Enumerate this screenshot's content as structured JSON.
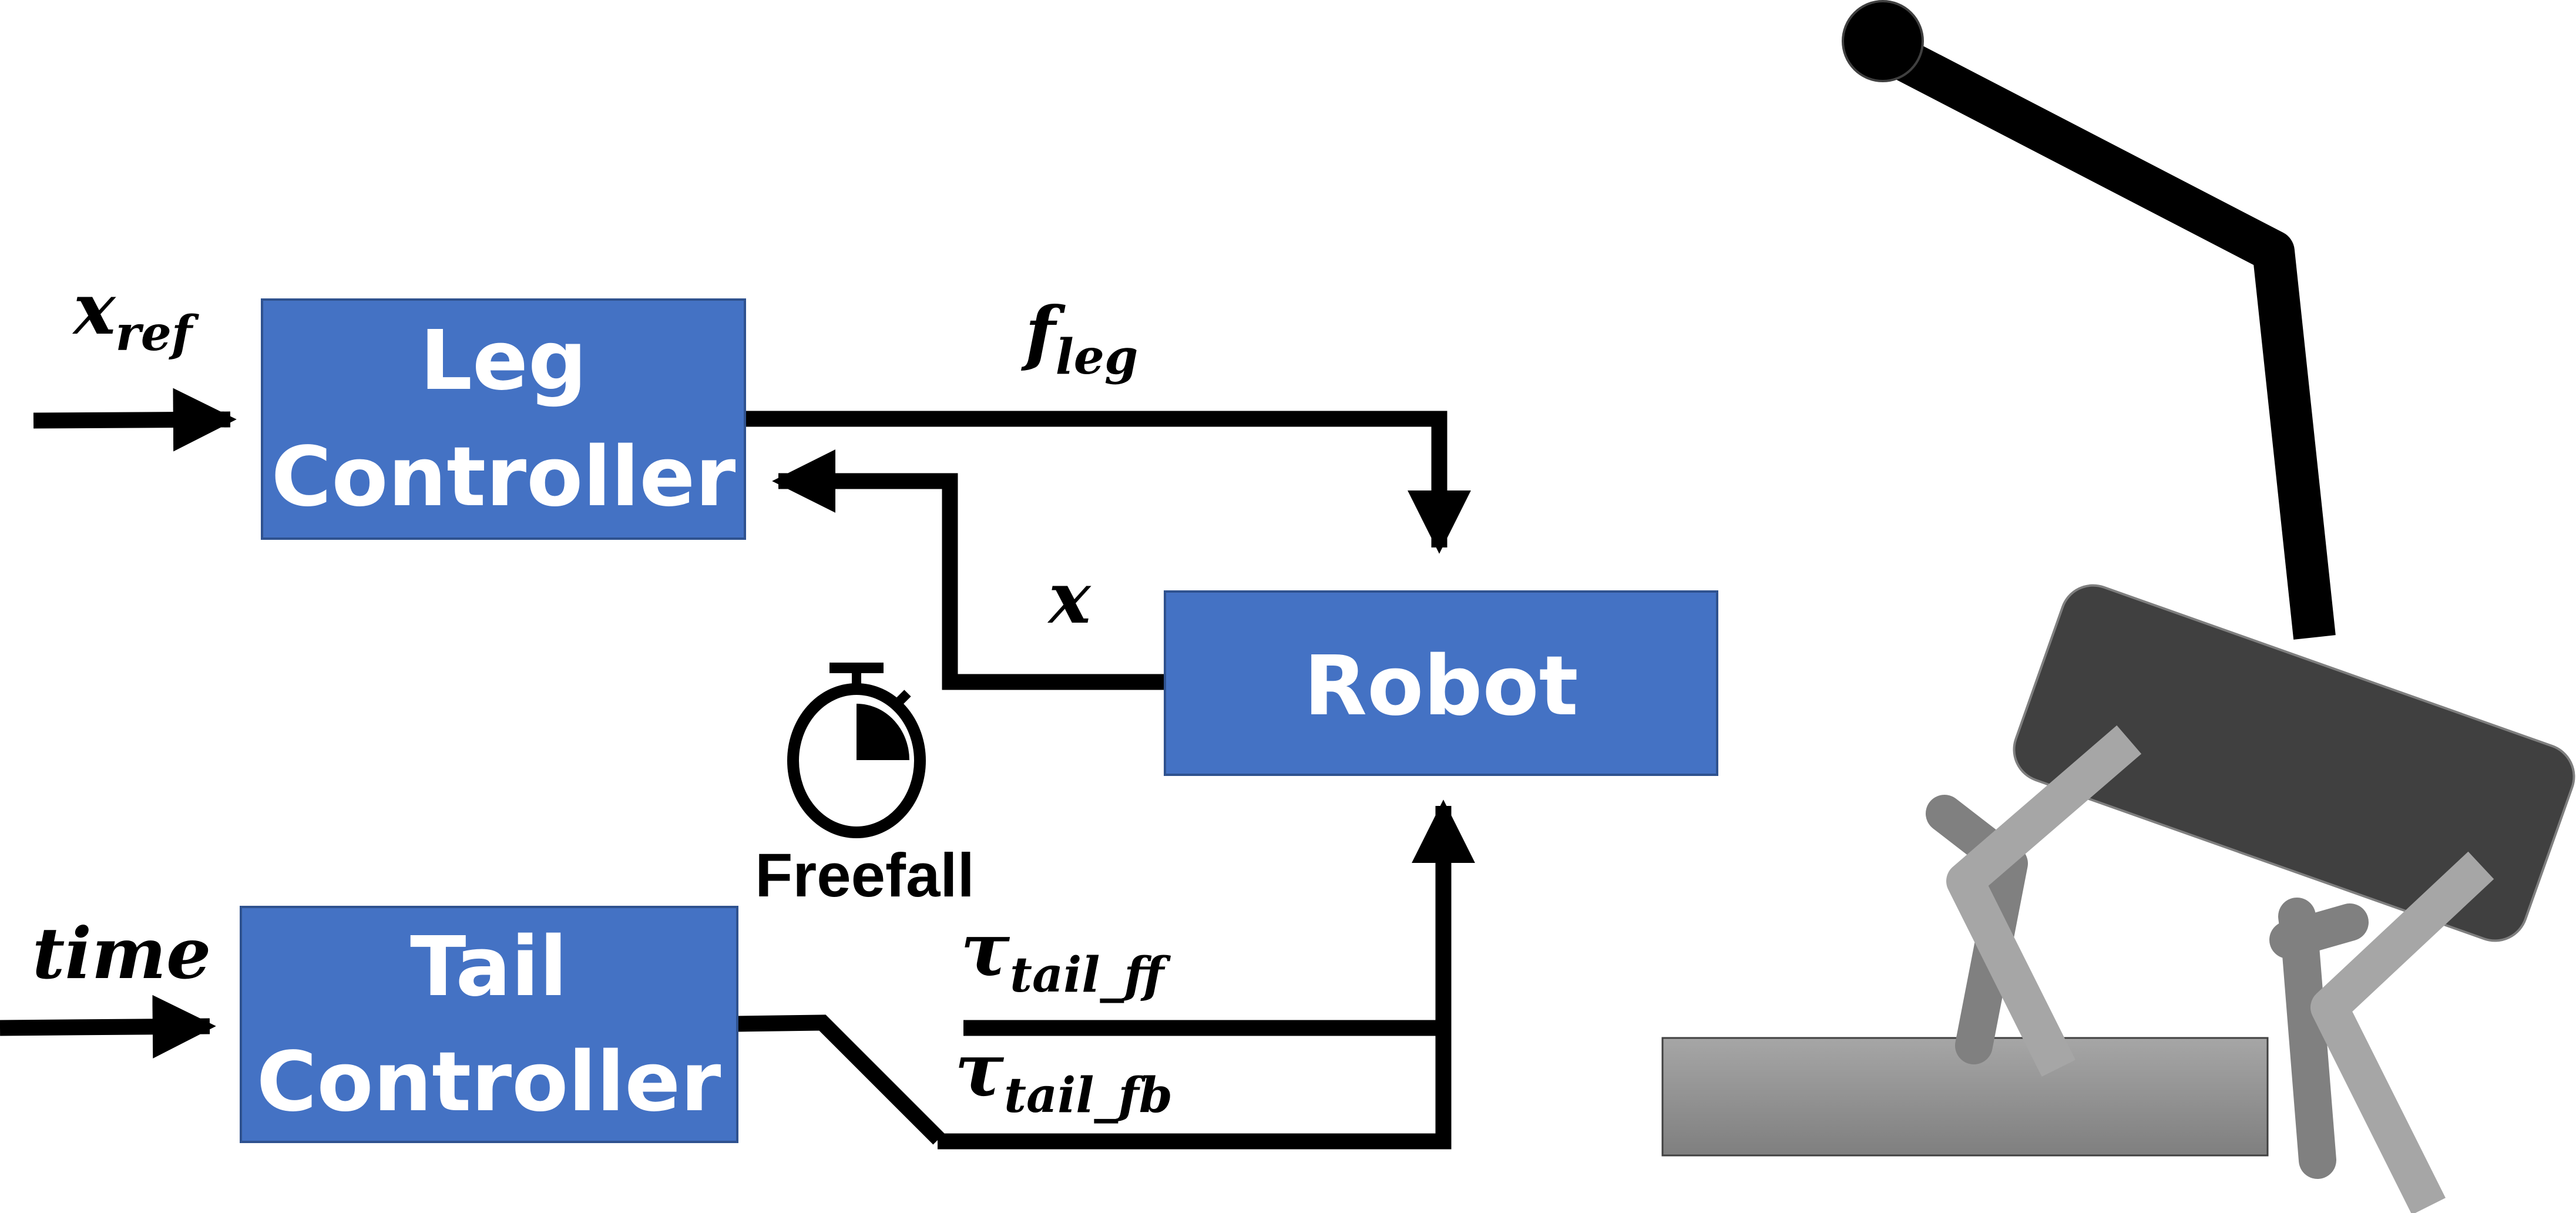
{
  "colors": {
    "block_fill": "#4472C4",
    "block_border": "#2F528F",
    "line": "#000000",
    "body_dark": "#404040",
    "leg_light": "#A6A6A6",
    "leg_mid": "#808080",
    "ground_top": "#A6A6A6",
    "ground_bottom": "#7F7F7F"
  },
  "blocks": {
    "leg_controller": {
      "line1": "Leg",
      "line2": "Controller"
    },
    "robot": {
      "label": "Robot"
    },
    "tail_controller": {
      "line1": "Tail",
      "line2": "Controller"
    }
  },
  "signals": {
    "x_ref": {
      "base": "x",
      "sub": "ref"
    },
    "f_leg": {
      "base": "f",
      "sub": "leg"
    },
    "x": {
      "base": "x"
    },
    "time": {
      "base": "time"
    },
    "tau_tail_ff": {
      "base": "τ",
      "sub": "tail_ff"
    },
    "tau_tail_fb": {
      "base": "τ",
      "sub": "tail_fb"
    }
  },
  "timer": {
    "icon": "stopwatch-icon",
    "caption": "Freefall"
  },
  "illustration": {
    "icon": "tailed-quadruped-robot-icon"
  }
}
